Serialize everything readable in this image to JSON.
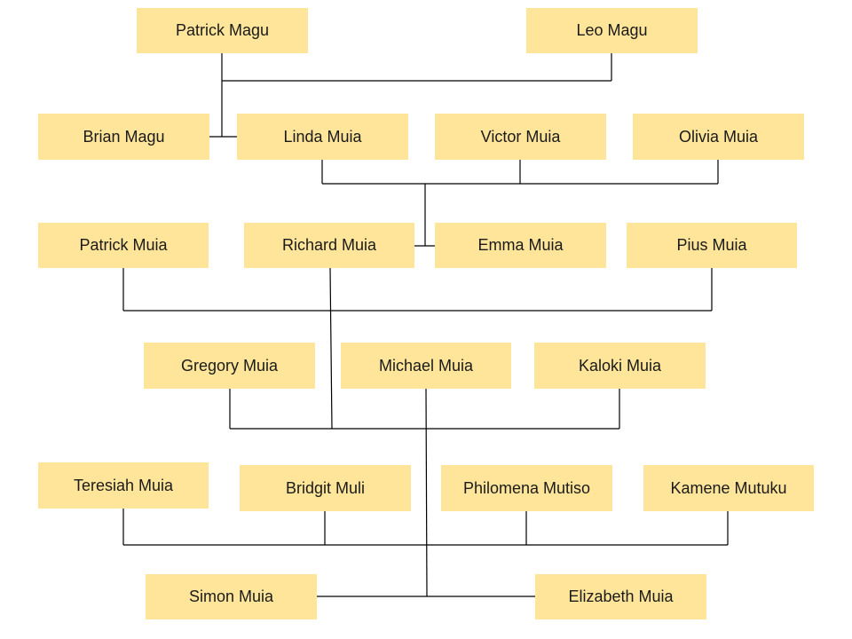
{
  "colors": {
    "node_fill": "#ffe599",
    "connector": "#000000",
    "text": "#1a1a1a"
  },
  "nodes": {
    "patrick_magu": "Patrick Magu",
    "leo_magu": "Leo Magu",
    "brian_magu": "Brian Magu",
    "linda_muia": "Linda Muia",
    "victor_muia": "Victor Muia",
    "olivia_muia": "Olivia Muia",
    "patrick_muia": "Patrick Muia",
    "richard_muia": "Richard Muia",
    "emma_muia": "Emma Muia",
    "pius_muia": "Pius Muia",
    "gregory_muia": "Gregory Muia",
    "michael_muia": "Michael Muia",
    "kaloki_muia": "Kaloki Muia",
    "teresiah_muia": "Teresiah Muia",
    "bridgit_muli": "Bridgit Muli",
    "philomena_mutiso": "Philomena Mutiso",
    "kamene_mutuku": "Kamene Mutuku",
    "simon_muia": "Simon Muia",
    "elizabeth_muia": "Elizabeth Muia"
  }
}
